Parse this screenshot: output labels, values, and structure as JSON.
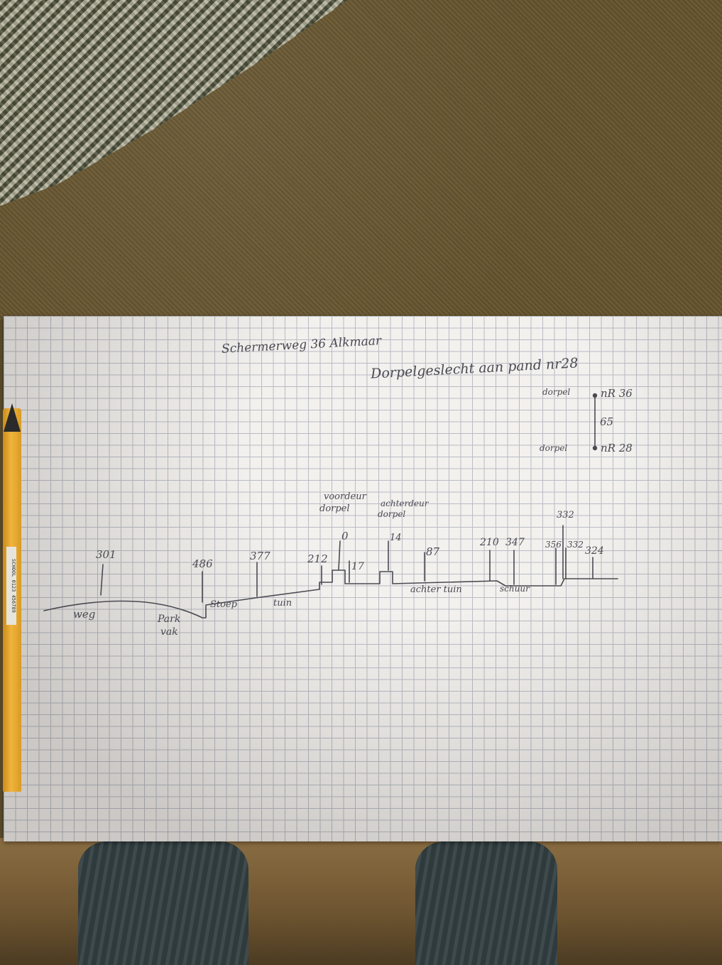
{
  "paper": {
    "title": "Schermerweg 36 Alkmaar",
    "subtitle": "Dorpelgeslecht aan pand nr28",
    "legend": {
      "top_label": "dorpel",
      "top_house": "nR 36",
      "bottom_label": "dorpel",
      "bottom_house": "nR 28",
      "gap": "65"
    },
    "zones": {
      "weg": "weg",
      "parkvak_1": "Park",
      "parkvak_2": "vak",
      "stoep": "Stoep",
      "tuin": "tuin",
      "voordeur_1": "voordeur",
      "voordeur_2": "dorpel",
      "achterdeur_1": "achterdeur",
      "achterdeur_2": "dorpel",
      "achtertuin": "achter tuin",
      "schuur": "schuur"
    },
    "measurements": {
      "m301": "301",
      "m486": "486",
      "m377": "377",
      "m212": "212",
      "m0": "0",
      "m17": "17",
      "m14": "14",
      "m87": "87",
      "m210": "210",
      "m347": "347",
      "m332": "332",
      "m356": "356",
      "m332b": "332",
      "m324": "324"
    }
  },
  "pencil_label": "SCHOOL 0123 456789",
  "colors": {
    "ink": "#4a4a52",
    "paper": "#f3f1ee",
    "grid": "#b9bcc4",
    "pencil": "#f1b43a"
  }
}
